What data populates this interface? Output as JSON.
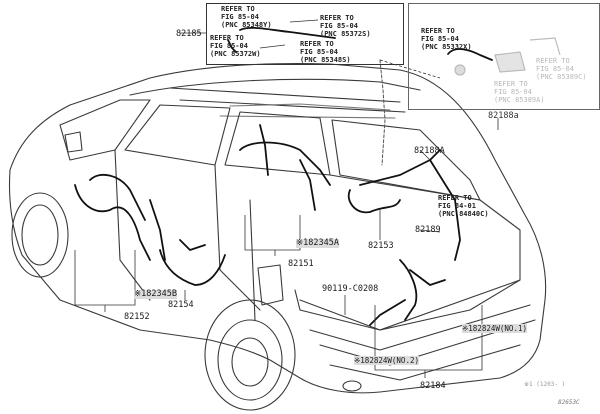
{
  "diagram": {
    "title_code": "82653C",
    "footer_note": "※1 (1203-    )",
    "inset_main": {
      "part_number": "82185",
      "callouts": [
        {
          "line1": "REFER TO",
          "line2": "FIG 85-04",
          "line3": "(PNC 85348Y)"
        },
        {
          "line1": "REFER TO",
          "line2": "FIG 85-04",
          "line3": "(PNC 85372S)"
        },
        {
          "line1": "REFER TO",
          "line2": "FIG 85-04",
          "line3": "(PNC 85372W)"
        },
        {
          "line1": "REFER TO",
          "line2": "FIG 85-04",
          "line3": "(PNC 85348S)"
        }
      ]
    },
    "inset_right": {
      "part_number": "82188a",
      "callouts": [
        {
          "line1": "REFER TO",
          "line2": "FIG 85-04",
          "line3": "(PNC 85332X)"
        },
        {
          "line1": "REFER TO",
          "line2": "FIG 85-04",
          "line3": "(PNC 85389C)"
        },
        {
          "line1": "REFER TO",
          "line2": "FIG 85-04",
          "line3": "(PNC 85389A)"
        }
      ]
    },
    "tailgate_ref": {
      "line1": "REFER TO",
      "line2": "FIG 84-01",
      "line3": "(PNC 84840C)"
    },
    "parts": {
      "p82188A": "82188A",
      "p82189": "82189",
      "p82153": "82153",
      "p82151": "82151",
      "p82345A": "※182345A",
      "p82345B": "※182345B",
      "p82152": "82152",
      "p82154": "82154",
      "p90119": "90119-C0208",
      "p82824W_no1": "※182824W(NO.1)",
      "p82824W_no2": "※182824W(NO.2)",
      "p82184": "82184"
    }
  }
}
